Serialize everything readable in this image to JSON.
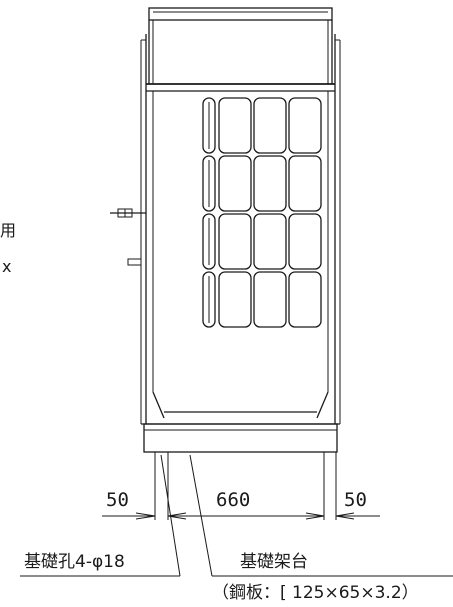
{
  "labels": {
    "foundation_hole": "基礎孔4-φ18",
    "foundation_frame": "基礎架台",
    "frame_spec": "（鋼板：[ 125×65×3.2）",
    "side_text_top": "用",
    "side_text_bottom": "x"
  },
  "dimensions": {
    "left": "50",
    "center": "660",
    "right": "50"
  },
  "panel_grid": {
    "rows": 4,
    "columns": 4
  }
}
